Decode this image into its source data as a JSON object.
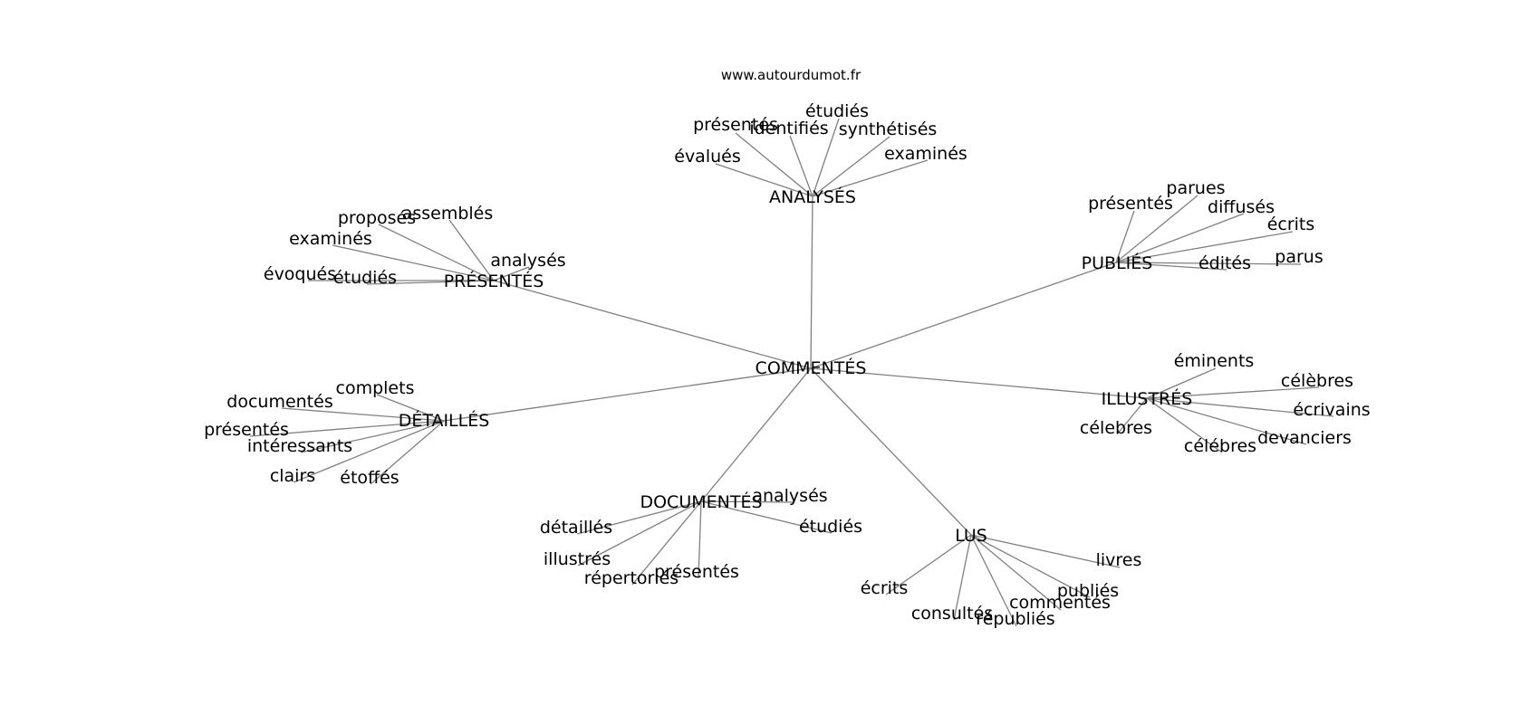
{
  "site": "www.autourdumot.fr",
  "center": "COMMENTÉS",
  "hubs": [
    {
      "label": "ANALYSÉS",
      "leaves": [
        "présentés",
        "identifiés",
        "étudiés",
        "synthétisés",
        "évalués",
        "examinés"
      ]
    },
    {
      "label": "PUBLIÉS",
      "leaves": [
        "parues",
        "présentés",
        "diffusés",
        "écrits",
        "parus",
        "édités"
      ]
    },
    {
      "label": "ILLUSTRÉS",
      "leaves": [
        "éminents",
        "célèbres",
        "écrivains",
        "célebres",
        "devanciers",
        "célébres"
      ]
    },
    {
      "label": "LUS",
      "leaves": [
        "livres",
        "publiés",
        "commentés",
        "républiés",
        "consultés",
        "écrits"
      ]
    },
    {
      "label": "DOCUMENTÉS",
      "leaves": [
        "analysés",
        "étudiés",
        "détaillés",
        "illustrés",
        "répertoriés",
        "présentés"
      ]
    },
    {
      "label": "DÉTAILLÉS",
      "leaves": [
        "complets",
        "documentés",
        "présentés",
        "intéressants",
        "clairs",
        "étoffés"
      ]
    },
    {
      "label": "PRÉSENTÉS",
      "leaves": [
        "proposés",
        "assemblés",
        "examinés",
        "analysés",
        "évoqués",
        "étudiés"
      ]
    }
  ],
  "colors": {
    "edge": "#808080",
    "text": "#000000",
    "background": "#ffffff"
  }
}
